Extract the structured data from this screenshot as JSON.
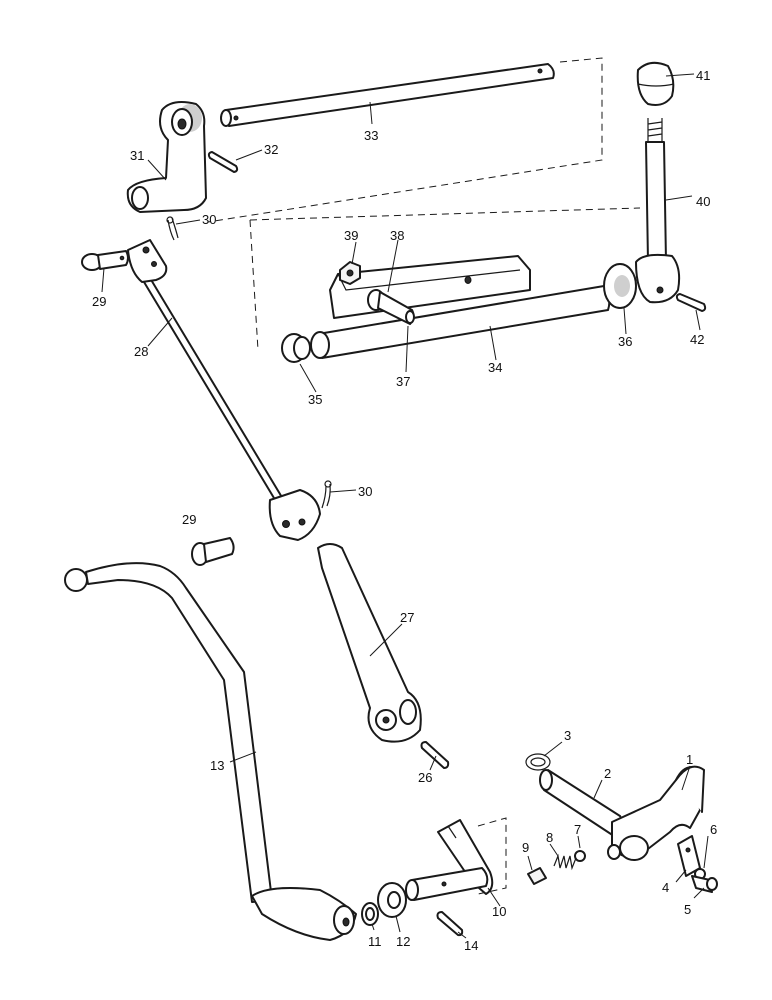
{
  "labels": {
    "p1": "1",
    "p2": "2",
    "p3": "3",
    "p4": "4",
    "p5": "5",
    "p6": "6",
    "p7": "7",
    "p8": "8",
    "p9": "9",
    "p10": "10",
    "p11": "11",
    "p12": "12",
    "p13": "13",
    "p14": "14",
    "p26": "26",
    "p27": "27",
    "p28": "28",
    "p29a": "29",
    "p29b": "29",
    "p30a": "30",
    "p30b": "30",
    "p31": "31",
    "p32": "32",
    "p33": "33",
    "p34": "34",
    "p35": "35",
    "p36": "36",
    "p37": "37",
    "p38": "38",
    "p39": "39",
    "p40": "40",
    "p41": "41",
    "p42": "42"
  }
}
